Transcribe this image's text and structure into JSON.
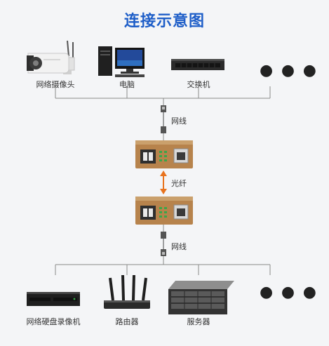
{
  "title": "连接示意图",
  "top_devices": [
    {
      "label": "网络摄像头"
    },
    {
      "label": "电脑"
    },
    {
      "label": "交换机"
    }
  ],
  "bottom_devices": [
    {
      "label": "网络硬盘录像机"
    },
    {
      "label": "路由器"
    },
    {
      "label": "服务器"
    }
  ],
  "more_symbol": "● ● ●",
  "links": {
    "cable_top": "网线",
    "fiber": "光纤",
    "cable_bottom": "网线"
  },
  "colors": {
    "title": "#1e5ec8",
    "converter_body": "#b7834c",
    "fiber_arrow": "#e8731e",
    "port_leds": "#3aa64a"
  }
}
